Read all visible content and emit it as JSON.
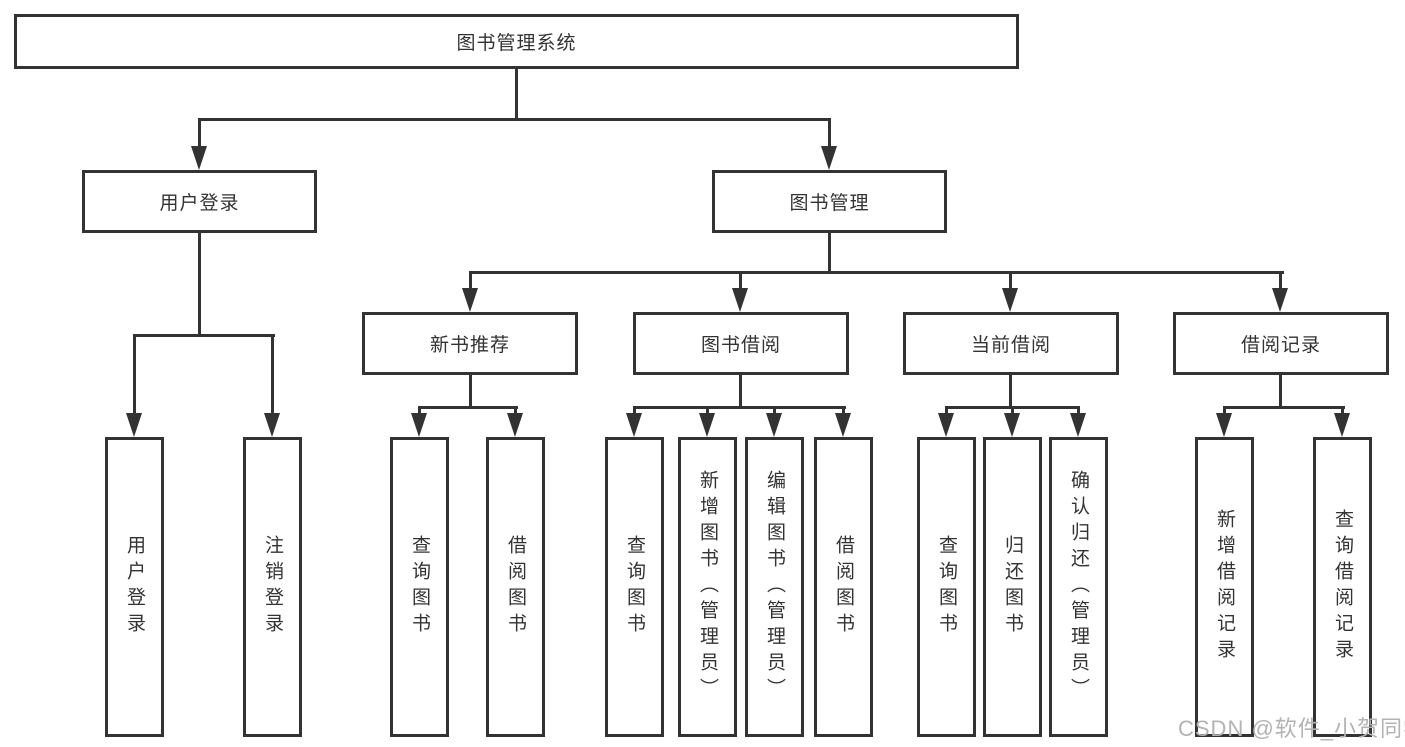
{
  "diagram": {
    "type": "hierarchy-tree",
    "root": {
      "label": "图书管理系统"
    },
    "branches": [
      {
        "label": "用户登录",
        "children": [
          "用户登录",
          "注销登录"
        ]
      },
      {
        "label": "图书管理",
        "sections": [
          {
            "label": "新书推荐",
            "children": [
              "查询图书",
              "借阅图书"
            ]
          },
          {
            "label": "图书借阅",
            "children": [
              "查询图书",
              "新增图书（管理员）",
              "编辑图书（管理员）",
              "借阅图书"
            ]
          },
          {
            "label": "当前借阅",
            "children": [
              "查询图书",
              "归还图书",
              "确认归还（管理员）"
            ]
          },
          {
            "label": "借阅记录",
            "children": [
              "新增借阅记录",
              "查询借阅记录"
            ]
          }
        ]
      }
    ]
  },
  "watermark": {
    "text": "CSDN @软件_小贺同学"
  },
  "colors": {
    "line": "#333333",
    "text": "#333333",
    "background": "#ffffff",
    "watermark": "#b3b3b3"
  }
}
